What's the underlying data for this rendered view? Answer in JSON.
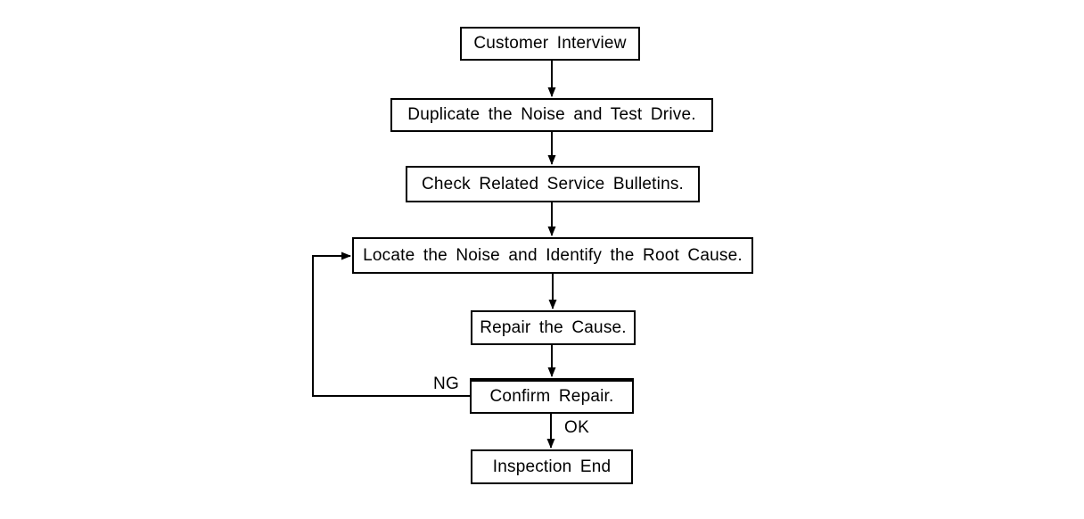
{
  "colors": {
    "background": "#ffffff",
    "line": "#000000",
    "box_fill": "#ffffff",
    "text": "#000000"
  },
  "flowchart": {
    "nodes": [
      {
        "id": "customer-interview",
        "label": "Customer Interview"
      },
      {
        "id": "duplicate-noise",
        "label": "Duplicate the Noise and Test Drive."
      },
      {
        "id": "check-bulletins",
        "label": "Check Related Service Bulletins."
      },
      {
        "id": "locate-noise",
        "label": "Locate the Noise and Identify the Root Cause."
      },
      {
        "id": "repair-cause",
        "label": "Repair the Cause."
      },
      {
        "id": "confirm-repair",
        "label": "Confirm Repair."
      },
      {
        "id": "inspection-end",
        "label": "Inspection End"
      }
    ],
    "edges": [
      {
        "from": "customer-interview",
        "to": "duplicate-noise"
      },
      {
        "from": "duplicate-noise",
        "to": "check-bulletins"
      },
      {
        "from": "check-bulletins",
        "to": "locate-noise"
      },
      {
        "from": "locate-noise",
        "to": "repair-cause"
      },
      {
        "from": "repair-cause",
        "to": "confirm-repair"
      },
      {
        "from": "confirm-repair",
        "to": "inspection-end",
        "label": "OK"
      },
      {
        "from": "confirm-repair",
        "to": "locate-noise",
        "label": "NG"
      }
    ],
    "edge_labels": {
      "ng": "NG",
      "ok": "OK"
    }
  }
}
